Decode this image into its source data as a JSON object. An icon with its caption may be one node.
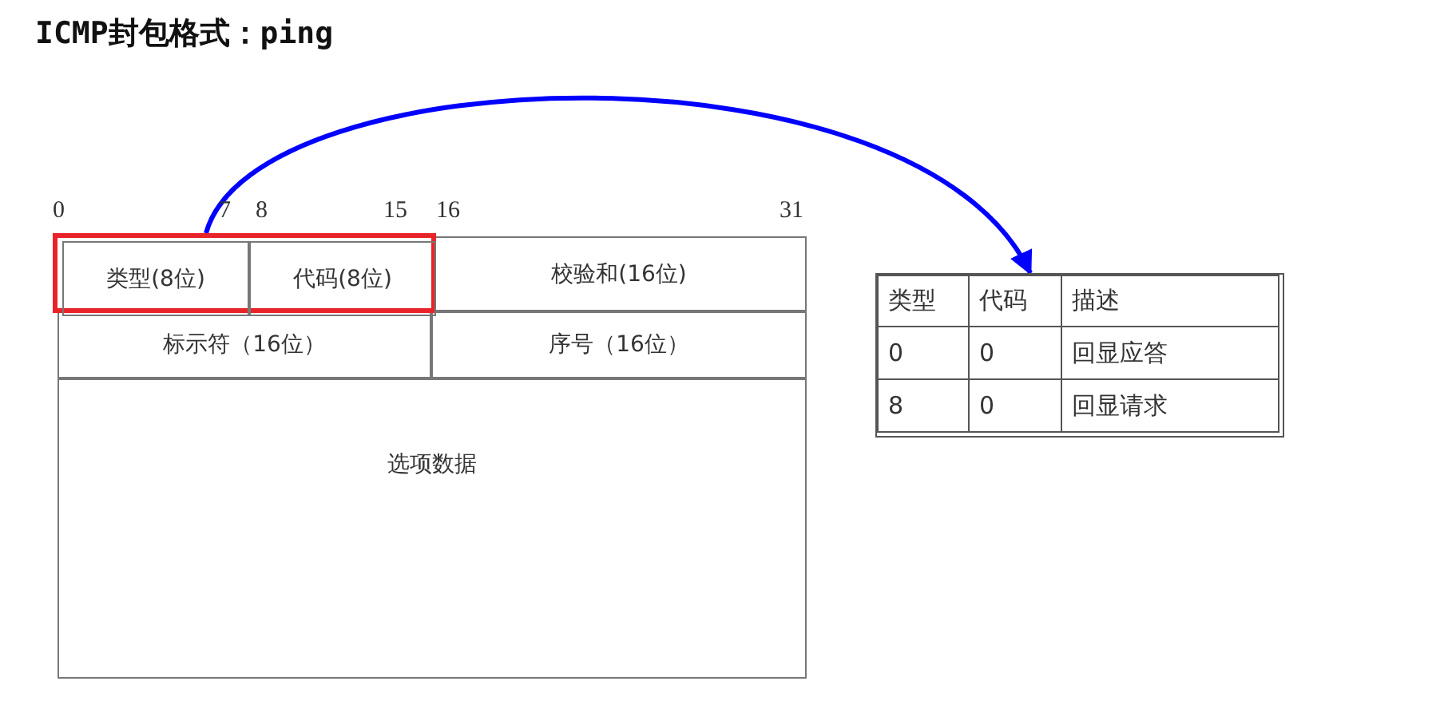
{
  "diagram": {
    "title": "ICMP封包格式：ping",
    "nodes": [
      {
        "text": [],
        "shape": "box"
      },
      {
        "text": [
          "类型(8位)"
        ],
        "in": 0
      },
      {
        "text": [
          "代码(8位)"
        ],
        "in": 0
      },
      {
        "text": [
          "校验和(16位)"
        ]
      },
      {
        "text": [
          "标示符（16位）"
        ]
      },
      {
        "text": [
          "序号（16位）"
        ]
      },
      {
        "text": [
          "选项数据"
        ]
      },
      {
        "text": [],
        "shape": "box"
      }
    ],
    "edges": [
      {
        "from": 0,
        "to": 7,
        "arrow": "to"
      }
    ],
    "labels": [
      "0",
      "7",
      "8",
      "15",
      "16",
      "31",
      "类型",
      "代码",
      "描述",
      "0",
      "0",
      "回显应答",
      "8",
      "0",
      "回显请求"
    ]
  }
}
